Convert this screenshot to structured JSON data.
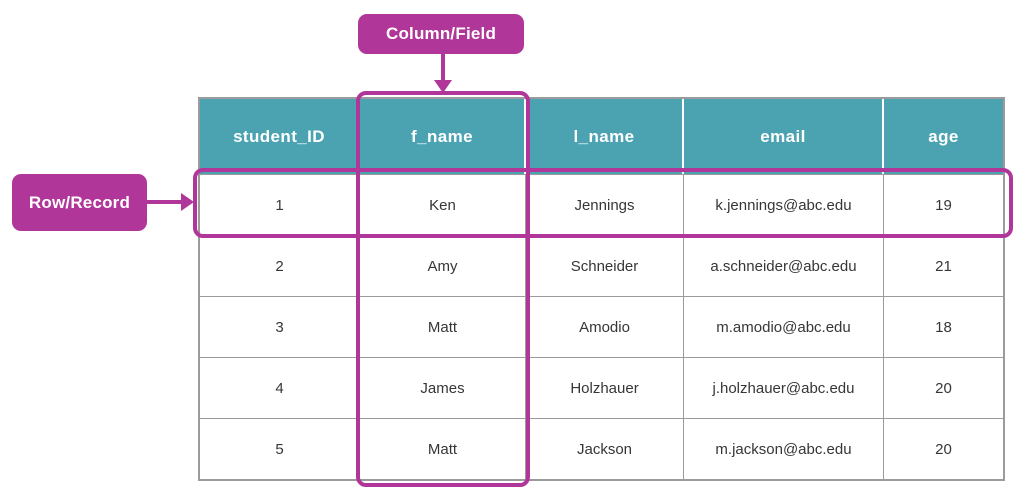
{
  "colors": {
    "magenta": "#B13699",
    "teal": "#4BA3B2",
    "cell_border": "#9B9B9B",
    "cell_text": "#363636",
    "header_text": "#FFFFFF",
    "background": "#FFFFFF"
  },
  "annotations": {
    "column_label": "Column/Field",
    "row_label": "Row/Record"
  },
  "table": {
    "columns": [
      "student_ID",
      "f_name",
      "l_name",
      "email",
      "age"
    ],
    "rows": [
      [
        "1",
        "Ken",
        "Jennings",
        "k.jennings@abc.edu",
        "19"
      ],
      [
        "2",
        "Amy",
        "Schneider",
        "a.schneider@abc.edu",
        "21"
      ],
      [
        "3",
        "Matt",
        "Amodio",
        "m.amodio@abc.edu",
        "18"
      ],
      [
        "4",
        "James",
        "Holzhauer",
        "j.holzhauer@abc.edu",
        "20"
      ],
      [
        "5",
        "Matt",
        "Jackson",
        "m.jackson@abc.edu",
        "20"
      ]
    ],
    "highlighted_column": "f_name",
    "highlighted_row_index": 1
  }
}
